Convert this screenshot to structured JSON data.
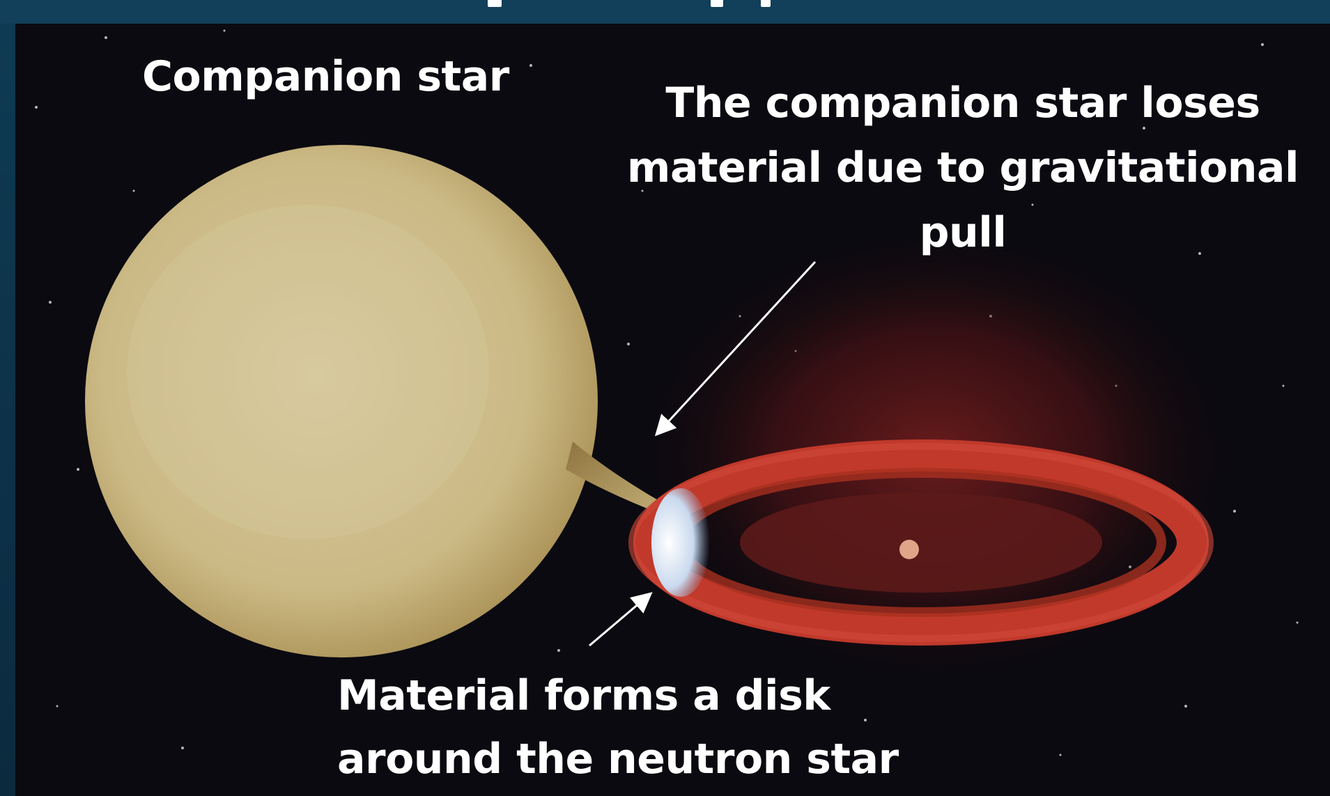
{
  "labels": {
    "companion_star": "Companion star",
    "material_loss": [
      "The companion star loses",
      "material due to gravitational",
      "pull"
    ],
    "disk_formation": [
      "Material forms a disk",
      "around the neutron star"
    ]
  },
  "colors": {
    "frame": "#0f3b54",
    "space": "#0b0a10",
    "companion_star": "#cfc08f",
    "accretion_disk": "#c0392b",
    "hot_spot": "#dfe9f5",
    "neutron_star": "#e0a489",
    "text": "#ffffff"
  }
}
